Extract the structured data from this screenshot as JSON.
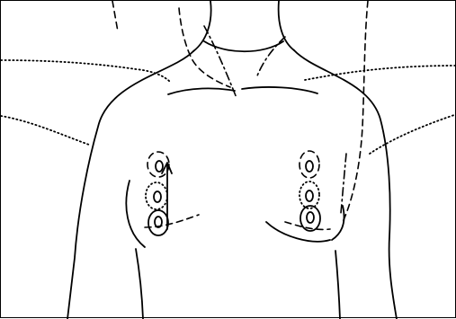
{
  "figure": {
    "subject": "chest-outline-diagram",
    "colors": {
      "ink": "#000000",
      "background": "#ffffff"
    },
    "line_styles": [
      "solid",
      "dashed",
      "dotted",
      "dash-dot"
    ],
    "breasts": [
      {
        "side": "right-of-patient",
        "nodes": 3,
        "has_arrow": true
      },
      {
        "side": "left-of-patient",
        "nodes": 3,
        "has_arrow": false
      }
    ]
  }
}
